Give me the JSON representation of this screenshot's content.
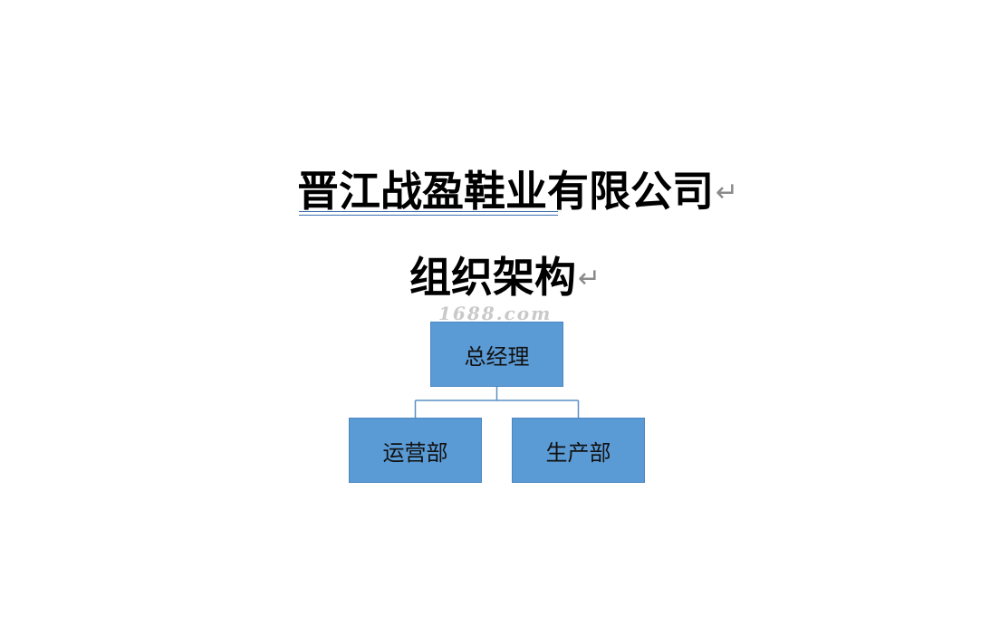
{
  "document": {
    "title": "晋江战盈鞋业有限公司",
    "subtitle": "组织架构",
    "paragraph_mark": "↵",
    "watermark": "1688.com"
  },
  "org_chart": {
    "root": {
      "label": "总经理"
    },
    "children": [
      {
        "label": "运营部"
      },
      {
        "label": "生产部"
      }
    ]
  },
  "colors": {
    "node_fill": "#5b9bd5",
    "connector": "#5b8fc4",
    "title_underline": "#3d6fb0"
  }
}
